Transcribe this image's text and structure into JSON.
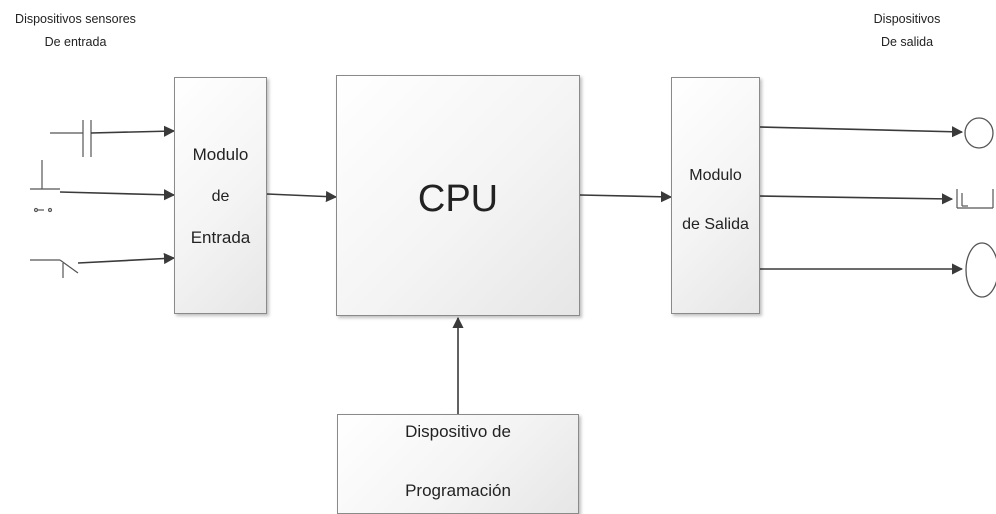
{
  "input_devices_label": {
    "line1": "Dispositivos sensores",
    "line2": "De entrada"
  },
  "output_devices_label": {
    "line1": "Dispositivos",
    "line2": "De salida"
  },
  "input_module": {
    "line1": "Modulo",
    "line2": "de",
    "line3": "Entrada"
  },
  "cpu": {
    "label": "CPU"
  },
  "output_module": {
    "line1": "Modulo",
    "line2": "de Salida"
  },
  "programming_device": {
    "line1": "Dispositivo de",
    "line2": "Programación"
  },
  "input_symbols": [
    "capacitor-contact-icon",
    "pushbutton-icon",
    "switch-icon"
  ],
  "output_symbols": [
    "lamp-icon",
    "relay-icon",
    "motor-icon"
  ],
  "colors": {
    "line": "#3a3a3a",
    "border": "#8a8a8a",
    "fill_light": "#ffffff",
    "fill_dark": "#e6e6e6"
  }
}
